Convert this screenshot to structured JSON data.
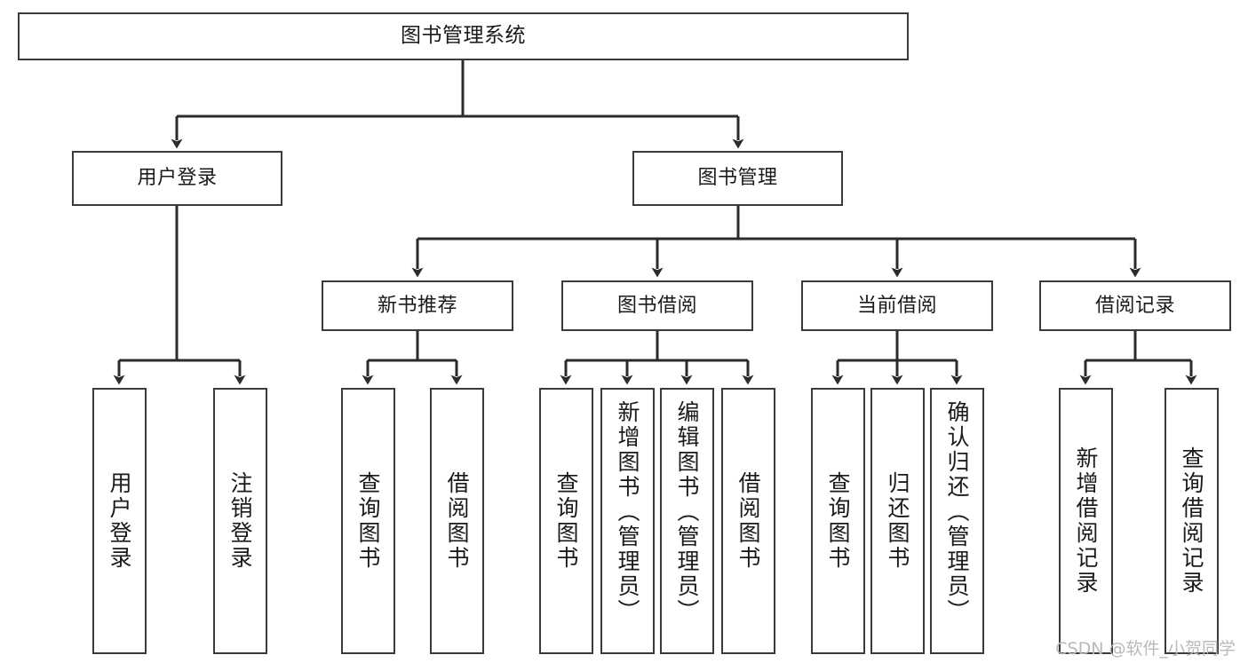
{
  "diagram": {
    "title": "图书管理系统",
    "type": "hierarchy-tree",
    "watermark": "CSDN @软件_小贺同学",
    "colors": {
      "box_border": "#3a3a3a",
      "box_fill": "#ffffff",
      "edge": "#2b2b2b",
      "text": "#1a1a1a",
      "watermark": "#b9b9b9"
    }
  },
  "chart_data": {
    "type": "tree",
    "title": "图书管理系统",
    "root": {
      "label": "图书管理系统",
      "children": [
        {
          "label": "用户登录",
          "children": [
            {
              "label": "用户登录"
            },
            {
              "label": "注销登录"
            }
          ]
        },
        {
          "label": "图书管理",
          "children": [
            {
              "label": "新书推荐",
              "children": [
                {
                  "label": "查询图书"
                },
                {
                  "label": "借阅图书"
                }
              ]
            },
            {
              "label": "图书借阅",
              "children": [
                {
                  "label": "查询图书"
                },
                {
                  "label": "新增图书（管理员）"
                },
                {
                  "label": "编辑图书（管理员）"
                },
                {
                  "label": "借阅图书"
                }
              ]
            },
            {
              "label": "当前借阅",
              "children": [
                {
                  "label": "查询图书"
                },
                {
                  "label": "归还图书"
                },
                {
                  "label": "确认归还（管理员）"
                }
              ]
            },
            {
              "label": "借阅记录",
              "children": [
                {
                  "label": "新增借阅记录"
                },
                {
                  "label": "查询借阅记录"
                }
              ]
            }
          ]
        }
      ]
    }
  },
  "nodes": {
    "root": "图书管理系统",
    "level2": {
      "user_login": "用户登录",
      "book_manage": "图书管理"
    },
    "level3": {
      "new_book_rec": "新书推荐",
      "book_borrow": "图书借阅",
      "current_borrow": "当前借阅",
      "borrow_record": "借阅记录"
    },
    "leaves": {
      "login_user": "用户登录",
      "login_logout": "注销登录",
      "rec_query": "查询图书",
      "rec_borrow": "借阅图书",
      "borrow_query": "查询图书",
      "borrow_add": "新增图书（管理员）",
      "borrow_edit": "编辑图书（管理员）",
      "borrow_borrow": "借阅图书",
      "cur_query": "查询图书",
      "cur_return": "归还图书",
      "cur_confirm": "确认归还（管理员）",
      "rec_add": "新增借阅记录",
      "rec_search": "查询借阅记录"
    }
  }
}
